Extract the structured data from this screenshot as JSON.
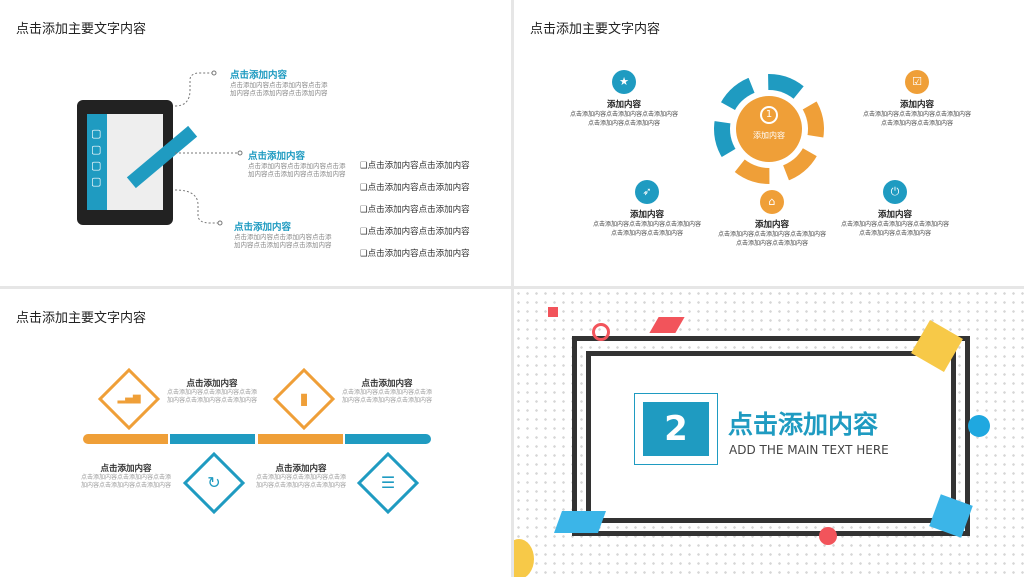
{
  "slides": [
    {
      "title": "点击添加主要文字内容",
      "callouts": [
        {
          "heading": "点击添加内容",
          "body": "点击添加内容点击添加内容点击添加内容点击添加内容点击添加内容"
        },
        {
          "heading": "点击添加内容",
          "body": "点击添加内容点击添加内容点击添加内容点击添加内容点击添加内容"
        },
        {
          "heading": "点击添加内容",
          "body": "点击添加内容点击添加内容点击添加内容点击添加内容点击添加内容"
        }
      ],
      "checklist": [
        "❑点击添加内容点击添加内容",
        "❑点击添加内容点击添加内容",
        "❑点击添加内容点击添加内容",
        "❑点击添加内容点击添加内容",
        "❑点击添加内容点击添加内容"
      ]
    },
    {
      "title": "点击添加主要文字内容",
      "center_label": "添加内容",
      "center_badge": "1",
      "items": [
        {
          "icon": "star-icon",
          "glyph": "★",
          "color": "#1f9bc1",
          "heading": "添加内容",
          "body": "点击添加内容点击添加内容点击添加内容点击添加内容点击添加内容"
        },
        {
          "icon": "checkbox-icon",
          "glyph": "☑",
          "color": "#ef9f38",
          "heading": "添加内容",
          "body": "点击添加内容点击添加内容点击添加内容点击添加内容点击添加内容"
        },
        {
          "icon": "rocket-icon",
          "glyph": "➶",
          "color": "#1f9bc1",
          "heading": "添加内容",
          "body": "点击添加内容点击添加内容点击添加内容点击添加内容点击添加内容"
        },
        {
          "icon": "home-icon",
          "glyph": "⌂",
          "color": "#ef9f38",
          "heading": "添加内容",
          "body": "点击添加内容点击添加内容点击添加内容点击添加内容点击添加内容"
        },
        {
          "icon": "power-icon",
          "glyph": "⏻",
          "color": "#1f9bc1",
          "heading": "添加内容",
          "body": "点击添加内容点击添加内容点击添加内容点击添加内容点击添加内容"
        }
      ]
    },
    {
      "title": "点击添加主要文字内容",
      "steps": [
        {
          "icon": "signal-bars-icon",
          "glyph": "▂▄▆",
          "heading": "点击添加内容",
          "body": "点击添加内容点击添加内容点击添加内容点击添加内容点击添加内容"
        },
        {
          "icon": "refresh-icon",
          "glyph": "↻",
          "heading": "点击添加内容",
          "body": "点击添加内容点击添加内容点击添加内容点击添加内容点击添加内容"
        },
        {
          "icon": "book-icon",
          "glyph": "▮",
          "heading": "点击添加内容",
          "body": "点击添加内容点击添加内容点击添加内容点击添加内容点击添加内容"
        },
        {
          "icon": "database-icon",
          "glyph": "☰",
          "heading": "点击添加内容",
          "body": "点击添加内容点击添加内容点击添加内容点击添加内容点击添加内容"
        }
      ]
    },
    {
      "number": "2",
      "heading": "点击添加内容",
      "subtitle": "ADD THE MAIN TEXT HERE"
    }
  ],
  "colors": {
    "blue": "#1f9bc1",
    "orange": "#ef9f38",
    "red": "#f2545b",
    "yellow": "#f7c948"
  }
}
